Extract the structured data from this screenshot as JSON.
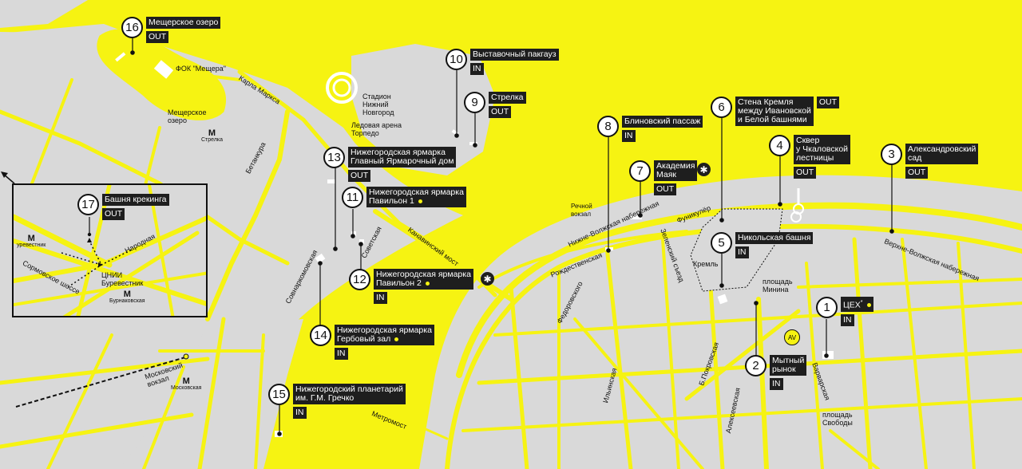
{
  "markers": [
    {
      "id": "m1",
      "num": "1",
      "name": "ЦЕХ",
      "tag": "IN",
      "dot": true,
      "sup": "*"
    },
    {
      "id": "m2",
      "num": "2",
      "name": "Мытный\nрынок",
      "tag": "IN"
    },
    {
      "id": "m3",
      "num": "3",
      "name": "Александровский\nсад",
      "tag": "OUT"
    },
    {
      "id": "m4",
      "num": "4",
      "name": "Сквер\nу Чкаловской\nлестницы",
      "tag": "OUT"
    },
    {
      "id": "m5",
      "num": "5",
      "name": "Никольская башня",
      "tag": "IN"
    },
    {
      "id": "m6",
      "num": "6",
      "name": "Стена Кремля\nмежду Ивановской\nи Белой башнями",
      "tag": "OUT"
    },
    {
      "id": "m7",
      "num": "7",
      "name": "Академия\nМаяк",
      "tag": "OUT",
      "dot": true
    },
    {
      "id": "m8",
      "num": "8",
      "name": "Блиновский пассаж",
      "tag": "IN"
    },
    {
      "id": "m9",
      "num": "9",
      "name": "Стрелка",
      "tag": "OUT"
    },
    {
      "id": "m10",
      "num": "10",
      "name": "Выставочный пакгауз",
      "tag": "IN"
    },
    {
      "id": "m11",
      "num": "11",
      "name": "Нижегородская ярмарка\nПавильон 1",
      "dot": true
    },
    {
      "id": "m12",
      "num": "12",
      "name": "Нижегородская ярмарка\nПавильон 2",
      "tag": "IN",
      "dot": true
    },
    {
      "id": "m13",
      "num": "13",
      "name": "Нижегородская ярмарка\nГлавный Ярмарочный дом",
      "tag": "OUT"
    },
    {
      "id": "m14",
      "num": "14",
      "name": "Нижегородская ярмарка\nГербовый зал",
      "tag": "IN",
      "dot": true
    },
    {
      "id": "m15",
      "num": "15",
      "name": "Нижегородский планетарий\nим. Г.М. Гречко",
      "tag": "IN"
    },
    {
      "id": "m16",
      "num": "16",
      "name": "Мещерское озеро",
      "tag": "OUT"
    },
    {
      "id": "m17",
      "num": "17",
      "name": "Башня крекинга",
      "tag": "OUT"
    }
  ],
  "places": {
    "fok": "ФОК\n\"Мещера\"",
    "meshch_lake": "Мещерское\nозеро",
    "stadium": "Стадион\nНижний\nНовгород",
    "arena": "Ледовая арена\nТорпедо",
    "river_station": "Речной\nвокзал",
    "kremlin": "Кремль",
    "minin": "площадь\nМинина",
    "svobody": "площадь\nСвободы",
    "moscow_station": "Московский\nвокзал",
    "tsnii": "ЦНИИ\nБуревестник",
    "av": "AV",
    "star": "✱"
  },
  "metro": [
    {
      "id": "strelka",
      "glyph": "М",
      "name": "Стрелка"
    },
    {
      "id": "moskovskaya",
      "glyph": "М",
      "name": "Московская"
    },
    {
      "id": "burevestnik",
      "glyph": "М",
      "name": "уревестник"
    },
    {
      "id": "burnakovskaya",
      "glyph": "М",
      "name": "Бурнаковская"
    }
  ],
  "streets": {
    "karla_marksa": "Карла Маркса",
    "betankura": "Бетанкура",
    "sovnarkomovskaya": "Совнаркомовская",
    "sovetskaya": "Советская",
    "kanavinsky": "Канавинский мост",
    "nizhne_volzhskaya": "Нижне-Волжская набережная",
    "funicular": "Фуникулёр",
    "zelensky": "Зеленский съезд",
    "rozhdestvenskaya": "Рождественская",
    "fedorovskogo": "Федоровского",
    "ilyinskaya": "Ильинская",
    "pokrovskaya": "Б.Покровская",
    "alekseevskaya": "Алексеевская",
    "varvarskaya": "Варварская",
    "verkhne_volzhskaya": "Верхне-Волжская набережная",
    "metromost": "Метромост",
    "sormovskoe": "Сормовское шоссе",
    "narodnaya": "Народная"
  },
  "colors": {
    "accent": "#f6f312",
    "land": "#d9d9d9",
    "label_bg": "#1e1e1e"
  }
}
